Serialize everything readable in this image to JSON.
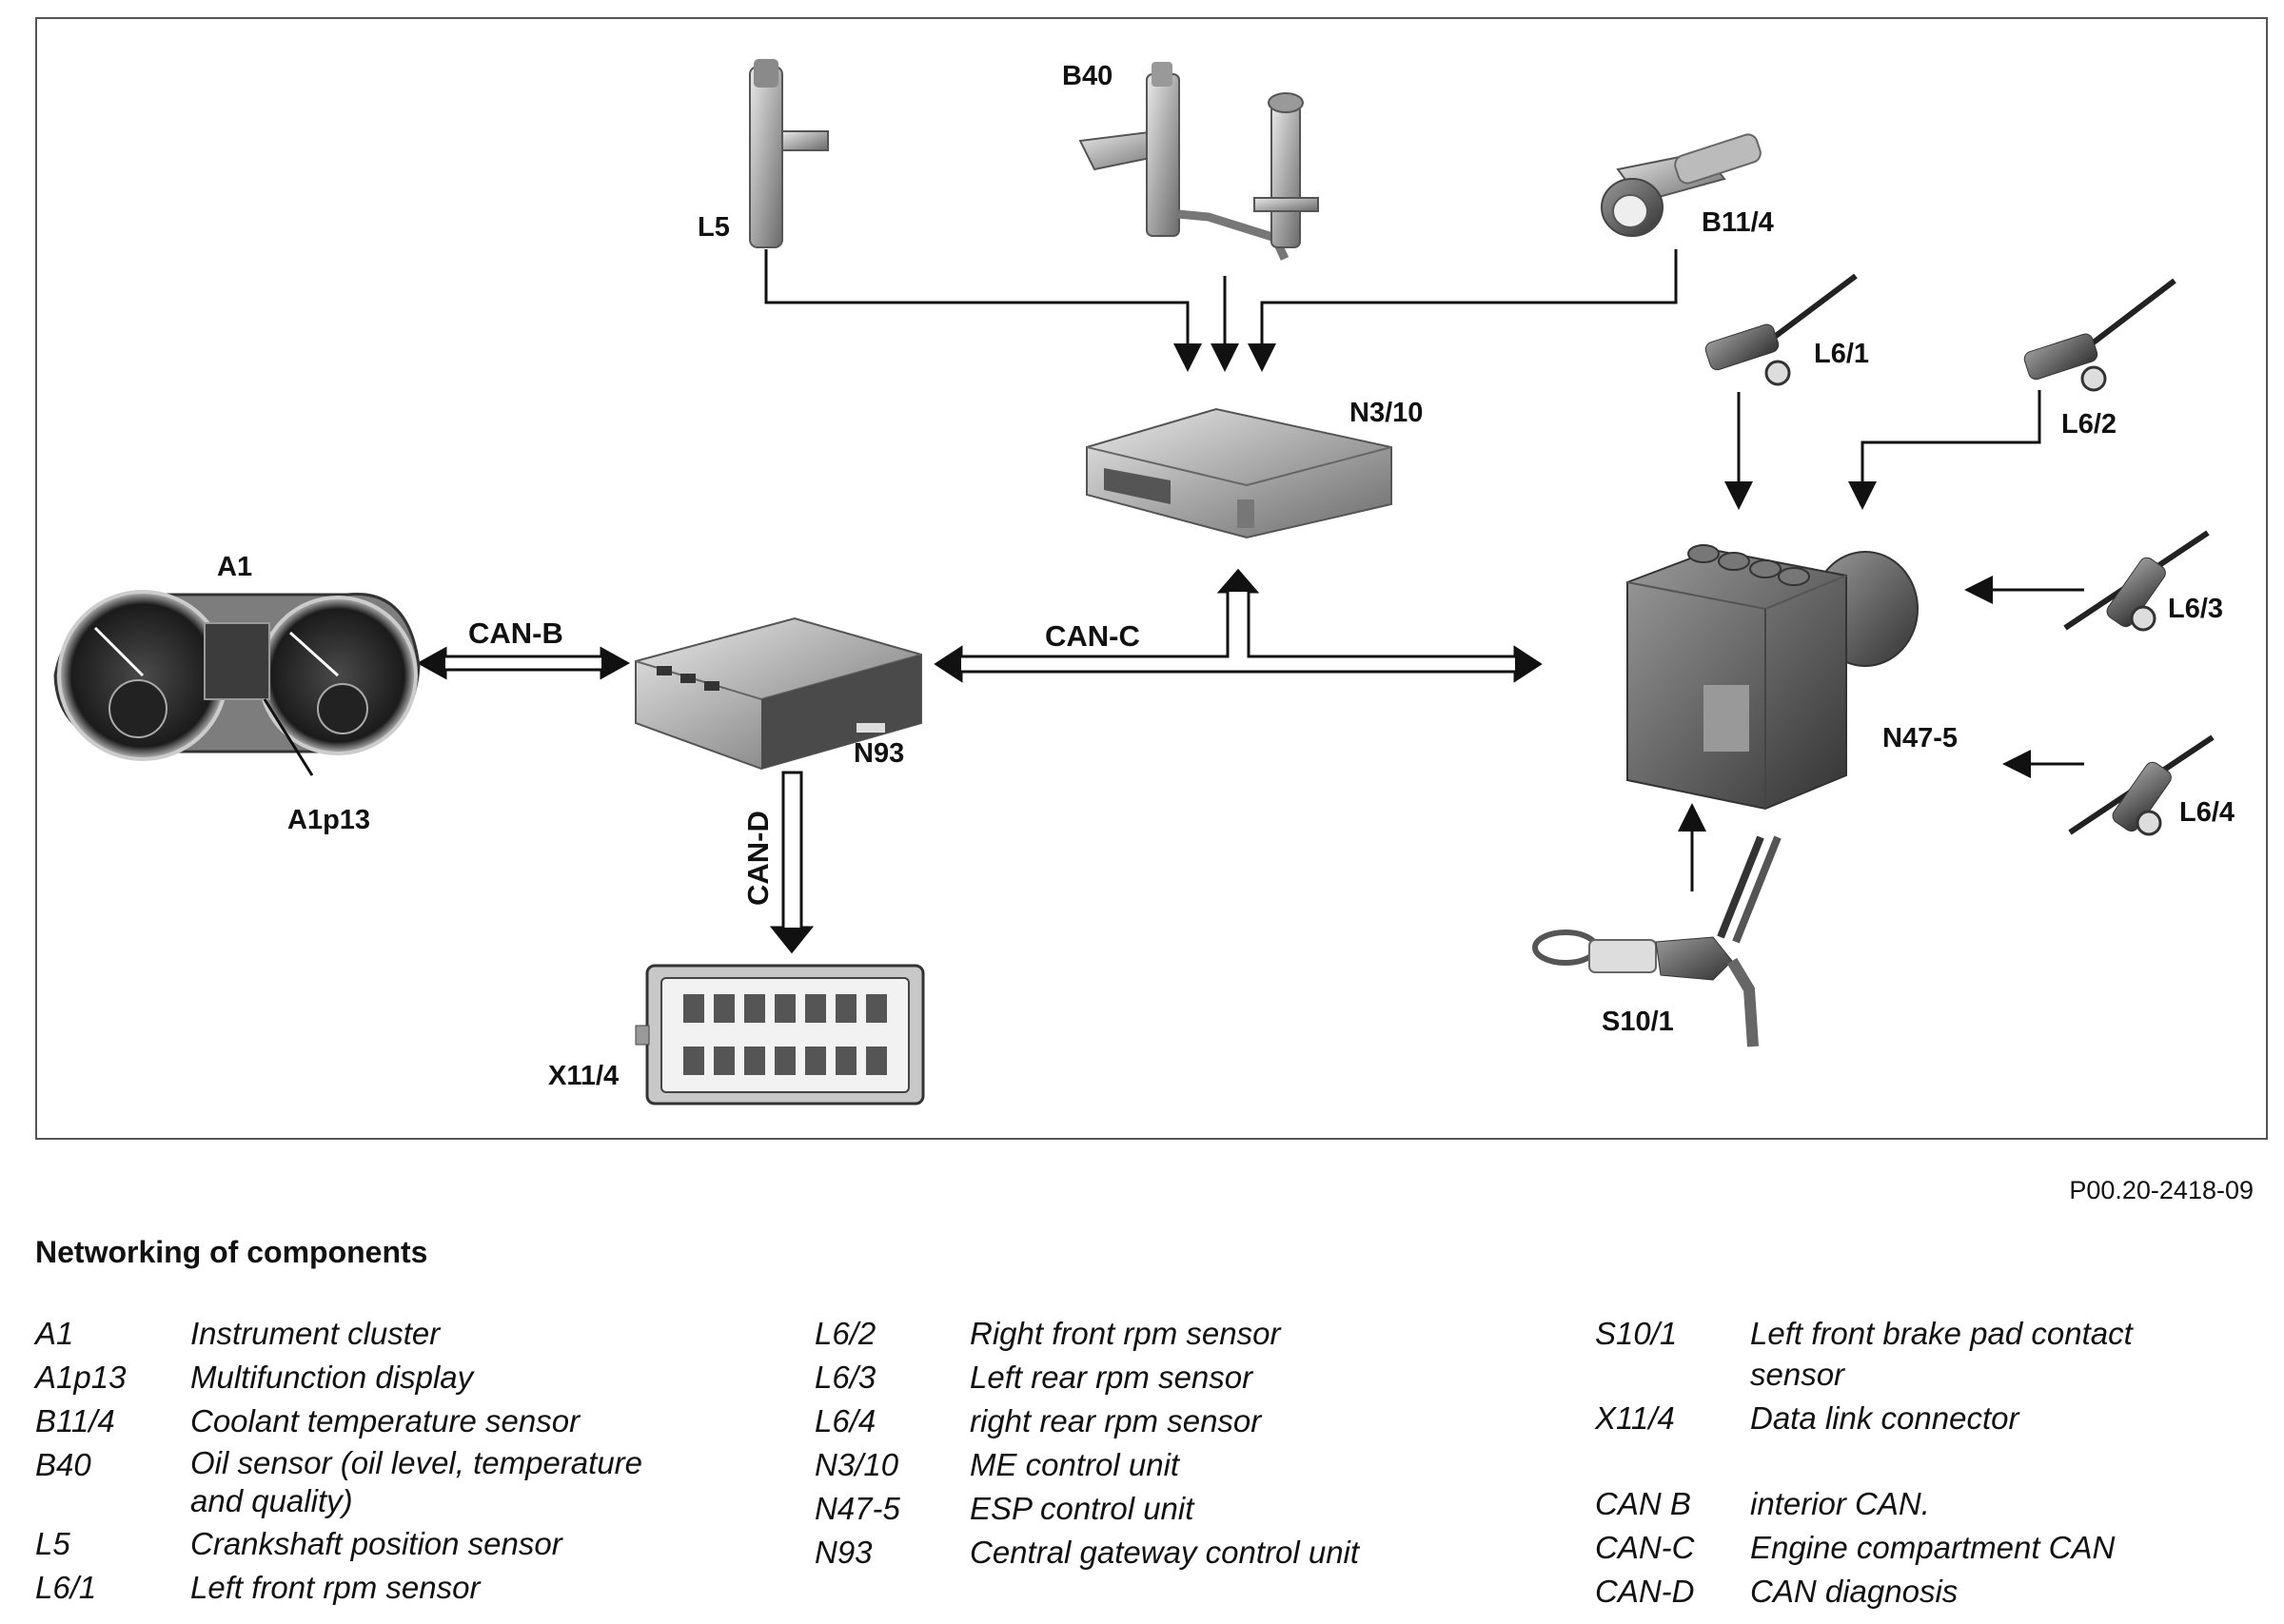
{
  "figure_ref": "P00.20-2418-09",
  "diagram": {
    "labels": {
      "l5": "L5",
      "b40": "B40",
      "b11_4": "B11/4",
      "n3_10": "N3/10",
      "l6_1": "L6/1",
      "l6_2": "L6/2",
      "l6_3": "L6/3",
      "l6_4": "L6/4",
      "a1": "A1",
      "a1p13": "A1p13",
      "n93": "N93",
      "n47_5": "N47-5",
      "x11_4": "X11/4",
      "s10_1": "S10/1"
    },
    "buses": {
      "can_b": "CAN-B",
      "can_c": "CAN-C",
      "can_d": "CAN-D"
    }
  },
  "legend": {
    "title": "Networking of components",
    "columns": [
      [
        {
          "code": "A1",
          "desc": "Instrument cluster"
        },
        {
          "code": "A1p13",
          "desc": "Multifunction display"
        },
        {
          "code": "B11/4",
          "desc": "Coolant temperature sensor"
        },
        {
          "code": "B40",
          "desc": "Oil sensor (oil level, temperature and quality)"
        },
        {
          "code": "L5",
          "desc": "Crankshaft position sensor"
        },
        {
          "code": "L6/1",
          "desc": "Left front rpm sensor"
        }
      ],
      [
        {
          "code": "L6/2",
          "desc": "Right front rpm sensor"
        },
        {
          "code": "L6/3",
          "desc": "Left rear rpm sensor"
        },
        {
          "code": "L6/4",
          "desc": "right rear rpm sensor"
        },
        {
          "code": "N3/10",
          "desc": "ME control unit"
        },
        {
          "code": "N47-5",
          "desc": "ESP control unit"
        },
        {
          "code": "N93",
          "desc": "Central gateway control unit"
        }
      ],
      [
        {
          "code": "S10/1",
          "desc": "Left front brake pad contact sensor"
        },
        {
          "code": "X11/4",
          "desc": "Data link connector"
        },
        {
          "code": "CAN B",
          "desc": "interior CAN."
        },
        {
          "code": "CAN-C",
          "desc": "Engine compartment CAN"
        },
        {
          "code": "CAN-D",
          "desc": "CAN diagnosis"
        }
      ]
    ]
  }
}
